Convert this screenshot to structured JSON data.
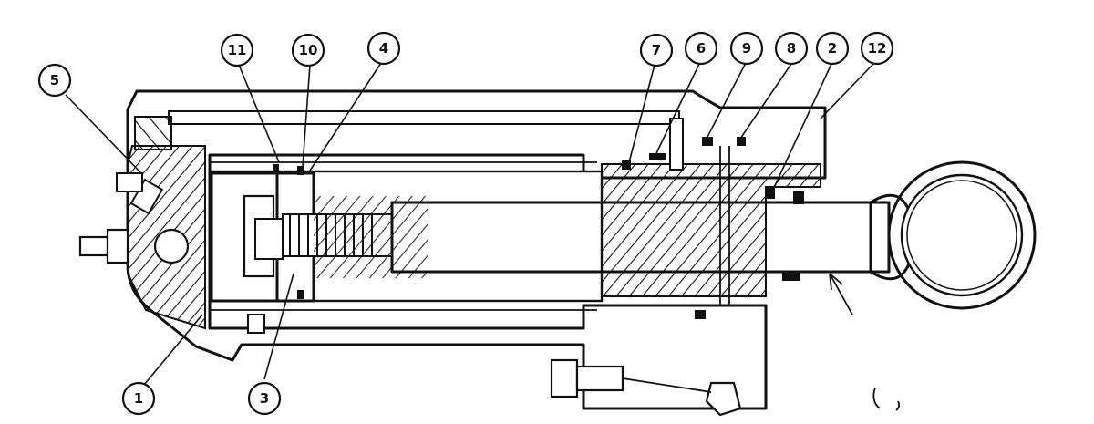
{
  "diagram": {
    "callouts": [
      {
        "id": "c5",
        "label": "5"
      },
      {
        "id": "c11",
        "label": "11"
      },
      {
        "id": "c10",
        "label": "10"
      },
      {
        "id": "c4",
        "label": "4"
      },
      {
        "id": "c7",
        "label": "7"
      },
      {
        "id": "c6",
        "label": "6"
      },
      {
        "id": "c9",
        "label": "9"
      },
      {
        "id": "c8",
        "label": "8"
      },
      {
        "id": "c2",
        "label": "2"
      },
      {
        "id": "c12",
        "label": "12"
      },
      {
        "id": "c1",
        "label": "1"
      },
      {
        "id": "c3",
        "label": "3"
      }
    ]
  },
  "colors": {
    "ink": "#111111",
    "paper": "#ffffff"
  }
}
